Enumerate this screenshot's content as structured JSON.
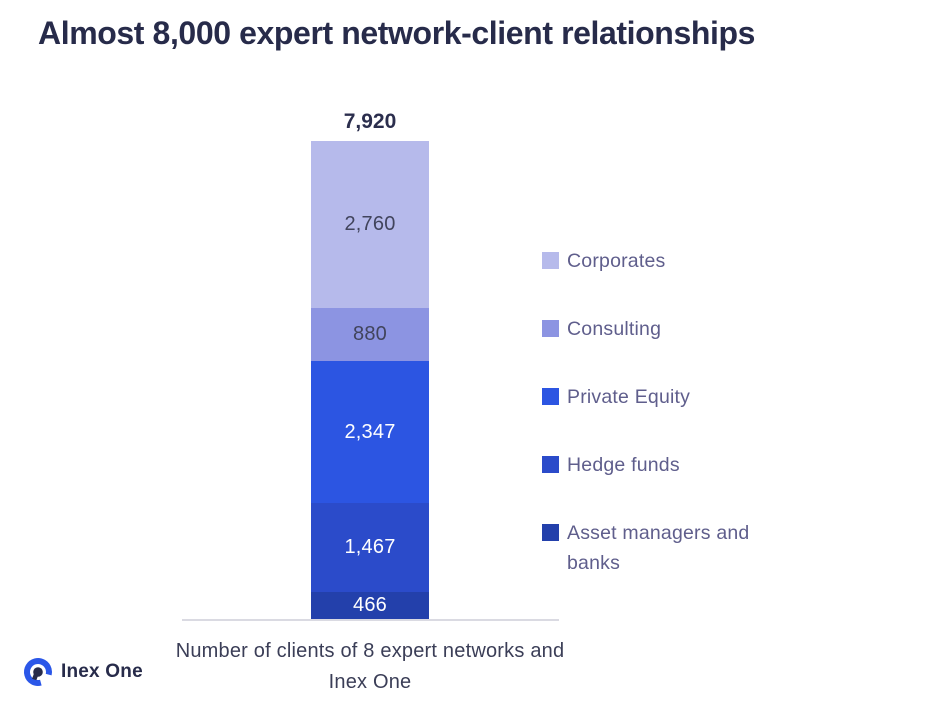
{
  "title": "Almost 8,000 expert network-client relationships",
  "chart_data": {
    "type": "bar",
    "subtype": "single-stacked-column",
    "title": "Almost 8,000 expert network-client relationships",
    "total": 7920,
    "total_label": "7,920",
    "xlabel": "Number of clients of 8 expert networks and Inex One",
    "ylim": [
      0,
      7920
    ],
    "grid": false,
    "legend_position": "right",
    "segments": [
      {
        "name": "Corporates",
        "value": 2760,
        "label": "2,760",
        "color": "#b6baeb",
        "label_color": "#41445c"
      },
      {
        "name": "Consulting",
        "value": 880,
        "label": "880",
        "color": "#8c94e2",
        "label_color": "#41445c"
      },
      {
        "name": "Private Equity",
        "value": 2347,
        "label": "2,347",
        "color": "#2c55e2",
        "label_color": "#ffffff"
      },
      {
        "name": "Hedge funds",
        "value": 1467,
        "label": "1,467",
        "color": "#2b4bca",
        "label_color": "#ffffff"
      },
      {
        "name": "Asset managers and banks",
        "value": 466,
        "label": "466",
        "color": "#2340ab",
        "label_color": "#ffffff"
      }
    ]
  },
  "axis": {
    "label": "Number of clients of 8 expert networks and Inex One",
    "line_color": "#dadae2"
  },
  "colors": {
    "background": "#ffffff",
    "title_text": "#272b4a",
    "legend_text": "#5f5e8c",
    "axis_label_text": "#3b3e57",
    "logo_ring": "#2b57e8",
    "logo_text": "#272b4a"
  },
  "logo": {
    "text": "Inex One",
    "icon": "inex-one-ring-icon"
  }
}
